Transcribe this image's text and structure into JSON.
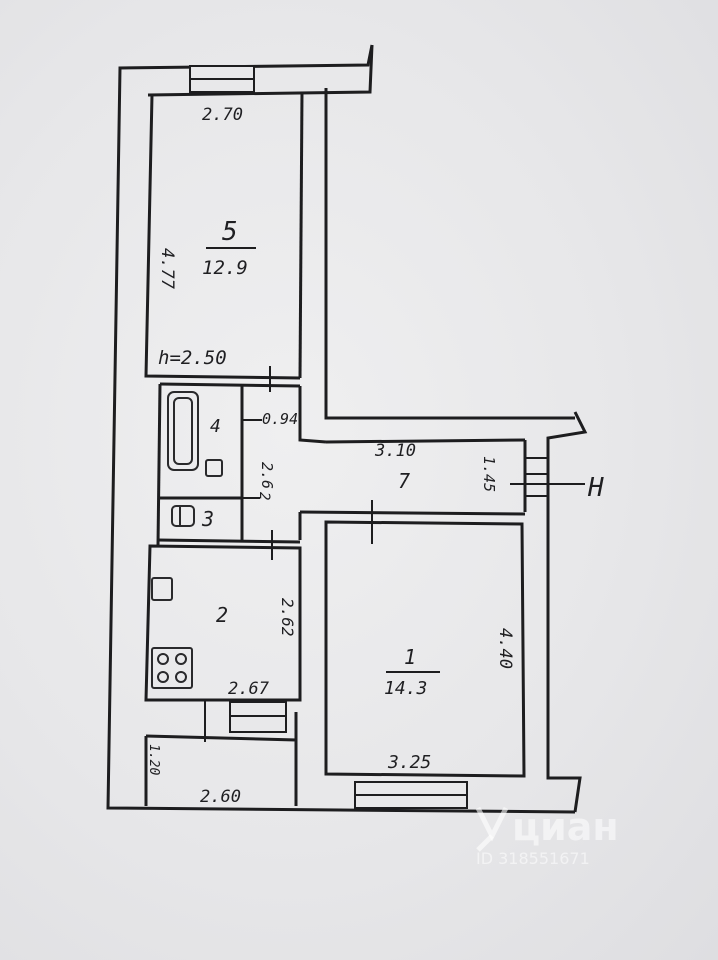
{
  "rooms": {
    "room1": {
      "number": "1",
      "area": "14.3",
      "width": "3.25",
      "length": "4.40"
    },
    "room2": {
      "number": "2",
      "width": "2.67",
      "length": "2.62"
    },
    "room3": {
      "number": "3"
    },
    "room4": {
      "number": "4",
      "width": "0.94",
      "length": "2.6"
    },
    "room5": {
      "number": "5",
      "area": "12.9",
      "width": "2.70",
      "length": "4.77",
      "height": "h=2.50"
    },
    "room7": {
      "number": "7",
      "width": "3.10",
      "length": "1.45"
    },
    "balcony": {
      "width": "2.60",
      "length": "1.20"
    }
  },
  "marks": {
    "small_2": "2",
    "stair_mark": "Н"
  },
  "watermark": {
    "brand": "циан",
    "listing_id": "ID 318551671"
  }
}
